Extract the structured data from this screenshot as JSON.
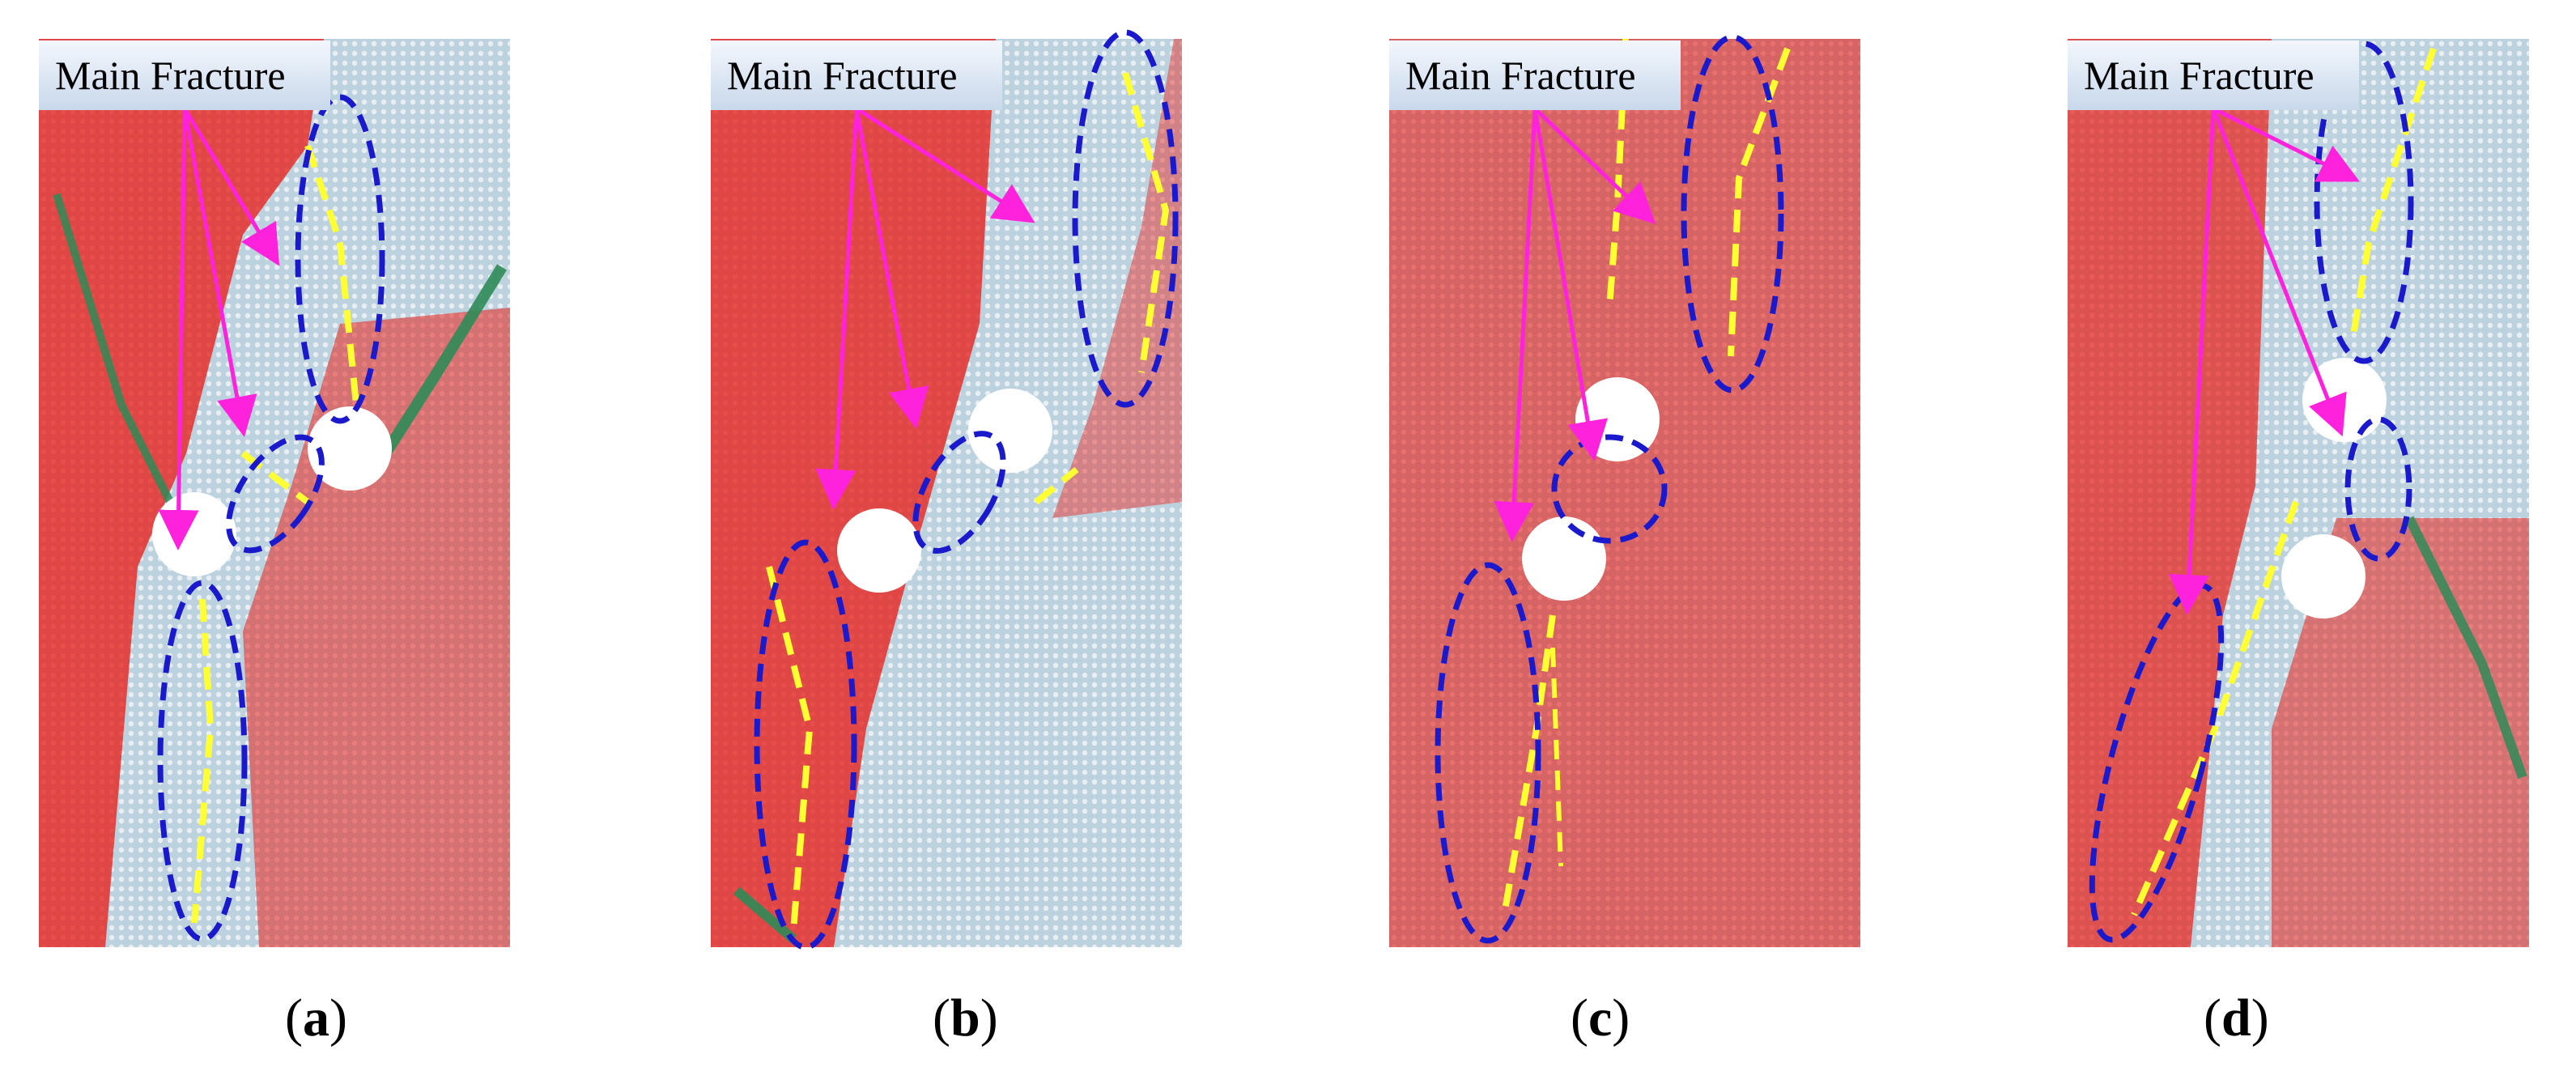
{
  "figure": {
    "panels": [
      {
        "id": "a",
        "label_text": "Main Fracture",
        "caption_open": "(",
        "caption_letter": "a",
        "caption_close": ")"
      },
      {
        "id": "b",
        "label_text": "Main Fracture",
        "caption_open": "(",
        "caption_letter": "b",
        "caption_close": ")"
      },
      {
        "id": "c",
        "label_text": "Main Fracture",
        "caption_open": "(",
        "caption_letter": "c",
        "caption_close": ")"
      },
      {
        "id": "d",
        "label_text": "Main Fracture",
        "caption_open": "(",
        "caption_letter": "d",
        "caption_close": ")"
      }
    ],
    "colors": {
      "tension_crack": "#e8201a",
      "particle_background": "#bcd3df",
      "shear_crack": "#ffff33",
      "failed_particles": "#2e8b57",
      "highlight_ellipse": "#1a1acc",
      "arrow": "#ff22dd"
    }
  }
}
